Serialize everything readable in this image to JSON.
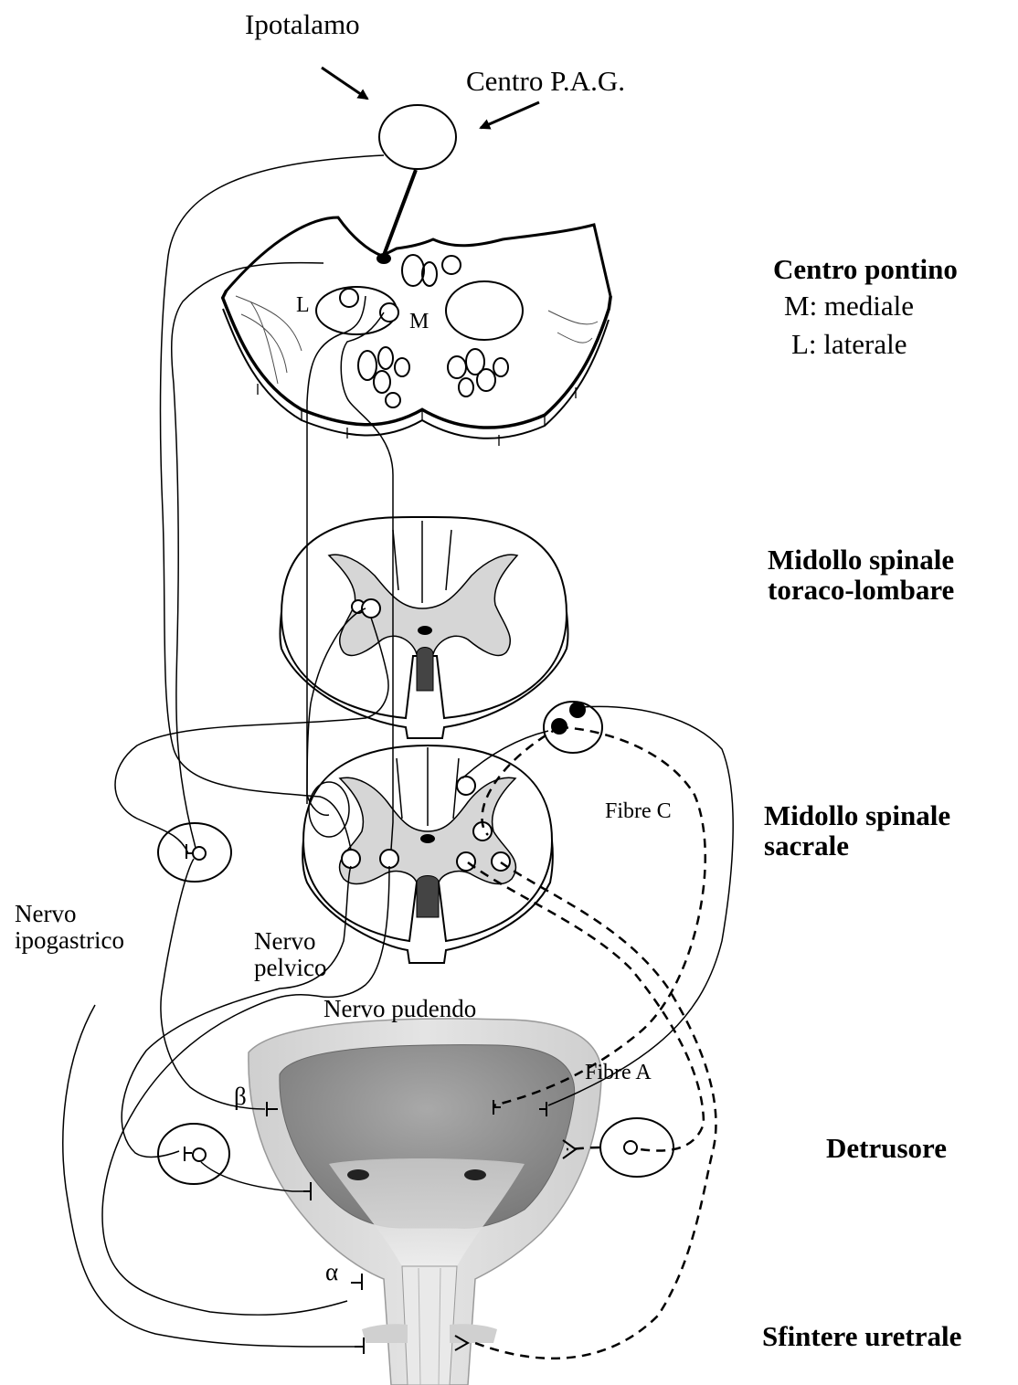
{
  "labels": {
    "ipotalamo": "Ipotalamo",
    "centro_pag": "Centro P.A.G.",
    "letter_l": "L",
    "letter_m": "M",
    "centro_pontino": "Centro pontino",
    "mediale": "M: mediale",
    "laterale": "L: laterale",
    "midollo_toracolombare": "Midollo spinale\ntoraco-lombare",
    "midollo_sacrale": "Midollo spinale\nsacrale",
    "fibre_c": "Fibre C",
    "nervo_ipogastrico": "Nervo\nipogastrico",
    "nervo_pelvico": "Nervo\npelvico",
    "nervo_pudendo": "Nervo pudendo",
    "fibre_a": "Fibre A",
    "beta": "β",
    "alpha": "α",
    "detrusore": "Detrusore",
    "sfintere_uretrale": "Sfintere uretrale"
  },
  "colors": {
    "line": "#000000",
    "gray_matter": "#d6d6d6",
    "bladder_wall": "#bfbfbf",
    "bladder_lumen": "#8c8c8c"
  }
}
